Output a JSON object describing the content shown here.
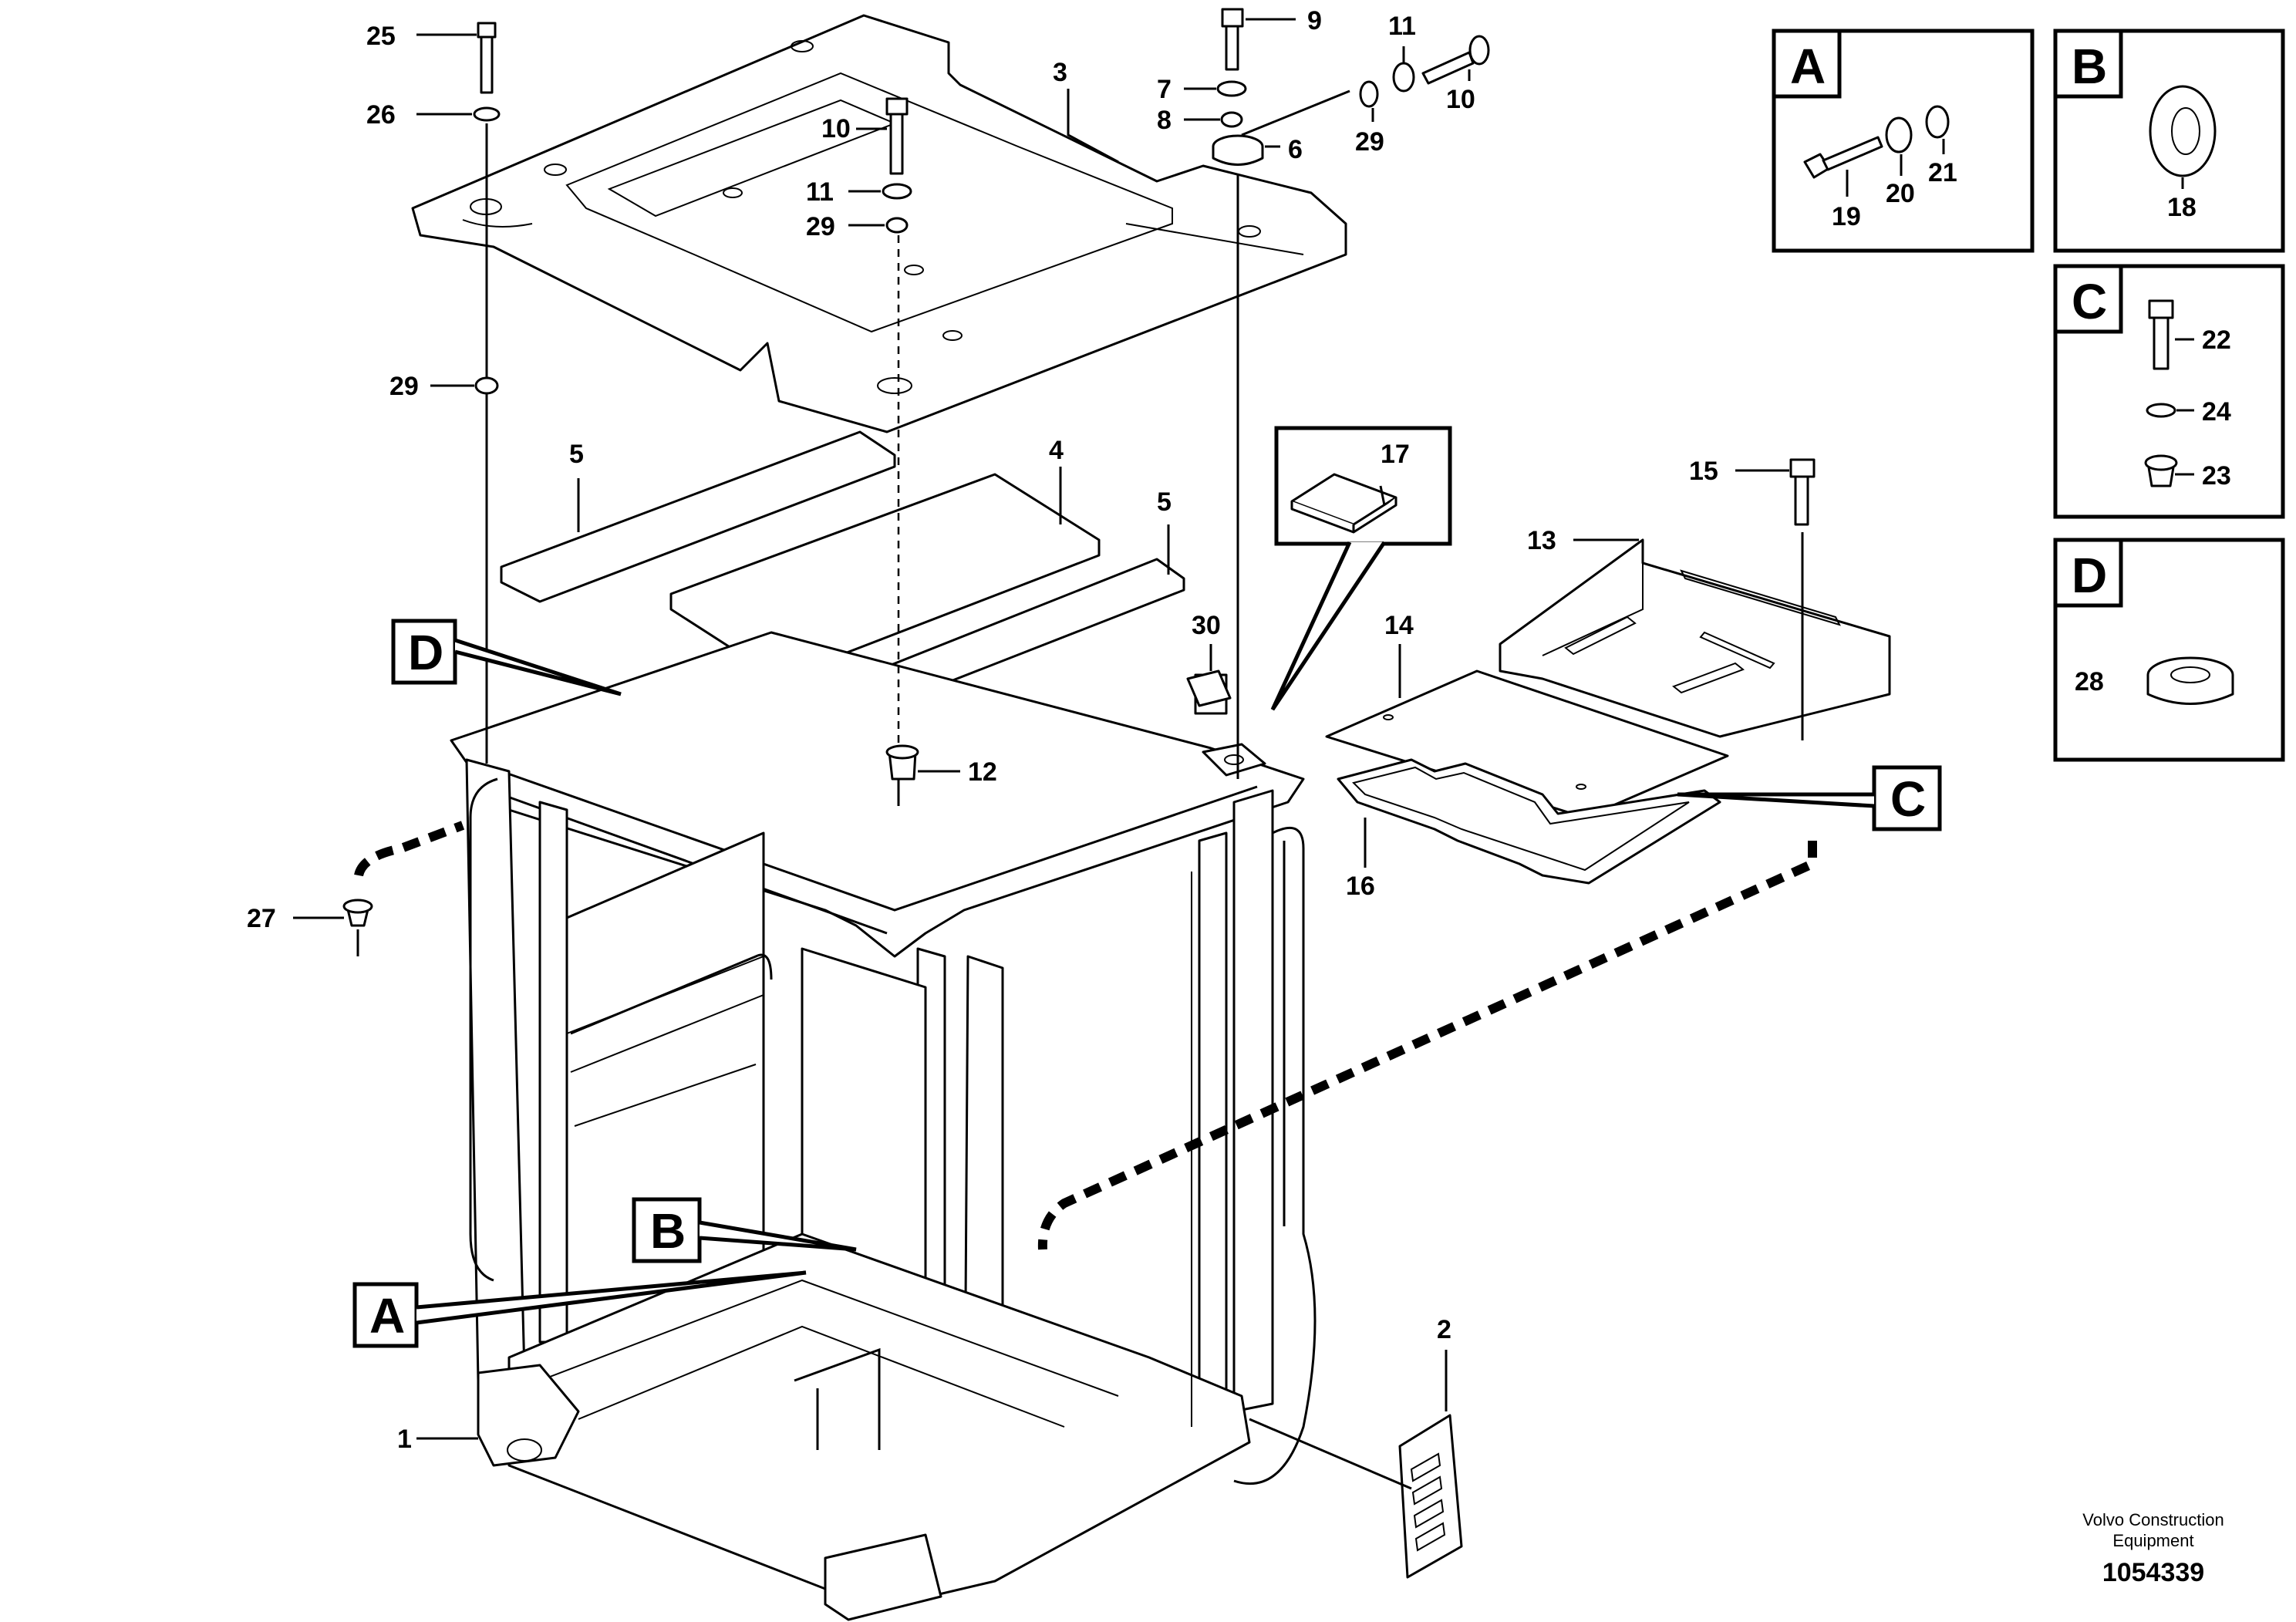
{
  "document_id": "1054339",
  "footer": {
    "brand_line1": "Volvo Construction",
    "brand_line2": "Equipment",
    "drawing_number": "1054339"
  },
  "callouts": [
    "1",
    "2",
    "3",
    "4",
    "5",
    "5",
    "6",
    "7",
    "8",
    "9",
    "10",
    "10",
    "11",
    "11",
    "12",
    "13",
    "14",
    "15",
    "16",
    "17",
    "18",
    "19",
    "20",
    "21",
    "22",
    "23",
    "24",
    "25",
    "26",
    "27",
    "28",
    "29",
    "29",
    "29",
    "30"
  ],
  "detail_boxes": {
    "A": {
      "letter": "A",
      "parts": [
        "19",
        "20",
        "21"
      ]
    },
    "B": {
      "letter": "B",
      "parts": [
        "18"
      ]
    },
    "C": {
      "letter": "C",
      "parts": [
        "22",
        "24",
        "23"
      ]
    },
    "D": {
      "letter": "D",
      "parts": [
        "28"
      ]
    }
  },
  "reference_flags": [
    "D",
    "A",
    "B",
    "C"
  ]
}
